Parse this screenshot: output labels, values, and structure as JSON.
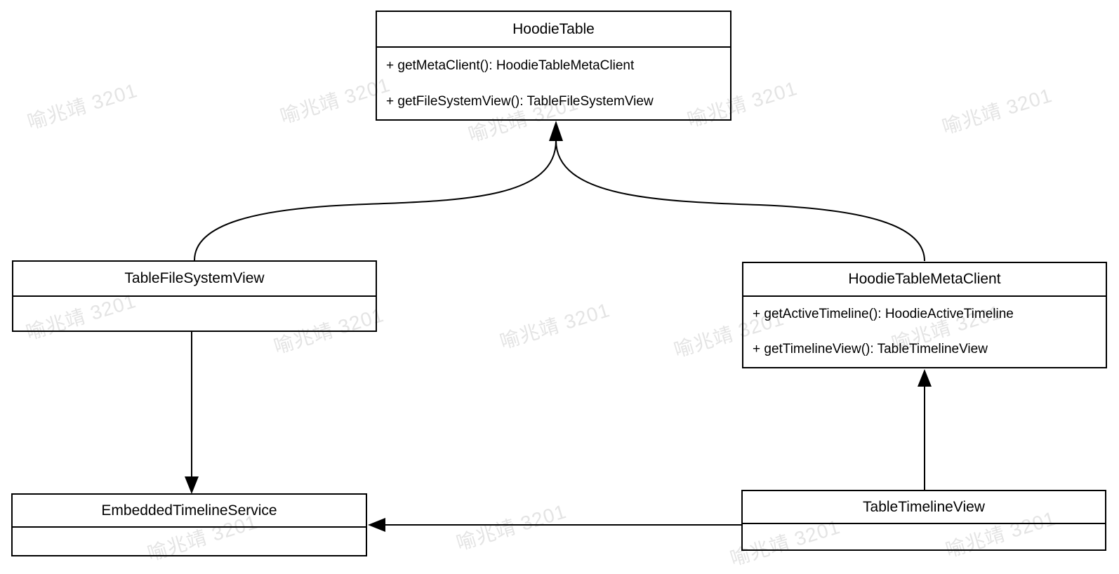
{
  "diagram": {
    "type": "uml-class-diagram",
    "classes": [
      {
        "name": "HoodieTable",
        "methods": [
          "+ getMetaClient(): HoodieTableMetaClient",
          "+ getFileSystemView(): TableFileSystemView"
        ]
      },
      {
        "name": "TableFileSystemView",
        "methods": []
      },
      {
        "name": "HoodieTableMetaClient",
        "methods": [
          "+ getActiveTimeline(): HoodieActiveTimeline",
          "+ getTimelineView(): TableTimelineView"
        ]
      },
      {
        "name": "EmbeddedTimelineService",
        "methods": []
      },
      {
        "name": "TableTimelineView",
        "methods": []
      }
    ],
    "relations": [
      {
        "from": "TableFileSystemView",
        "to": "HoodieTable",
        "style": "curved-arrow"
      },
      {
        "from": "HoodieTableMetaClient",
        "to": "HoodieTable",
        "style": "curved-arrow"
      },
      {
        "from": "TableFileSystemView",
        "to": "EmbeddedTimelineService",
        "style": "straight-arrow"
      },
      {
        "from": "TableTimelineView",
        "to": "HoodieTableMetaClient",
        "style": "straight-arrow"
      },
      {
        "from": "TableTimelineView",
        "to": "EmbeddedTimelineService",
        "style": "straight-arrow"
      }
    ]
  },
  "watermark": {
    "text": "喻兆靖 3201",
    "color": "#e4e4e4"
  },
  "colors": {
    "background": "#ffffff",
    "line": "#000000",
    "text": "#000000"
  }
}
